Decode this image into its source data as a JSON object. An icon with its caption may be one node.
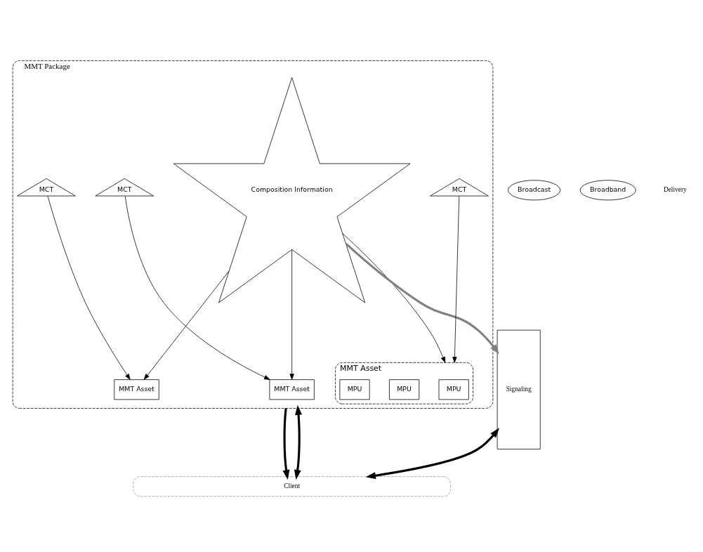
{
  "diagram": {
    "nodes": [
      {
        "text": [
          "MMT Package"
        ]
      },
      {
        "text": [
          "Composition Information"
        ],
        "in": 0
      },
      {
        "text": [
          "MCT"
        ],
        "in": 0
      },
      {
        "text": [
          "MCT"
        ],
        "in": 0
      },
      {
        "text": [
          "MCT"
        ],
        "in": 0
      },
      {
        "text": [
          "MMT Asset"
        ],
        "in": 0
      },
      {
        "text": [
          "MPU"
        ],
        "in": 5
      },
      {
        "text": [
          "MPU"
        ],
        "in": 5
      },
      {
        "text": [
          "MPU"
        ],
        "in": 5
      },
      {
        "text": [
          "MMT Asset"
        ],
        "in": 0
      },
      {
        "text": [
          "MMT Asset"
        ],
        "in": 0
      },
      {
        "text": [
          "Signaling"
        ]
      },
      {
        "text": [
          "Broadcast"
        ]
      },
      {
        "text": [
          "Broadband"
        ]
      },
      {
        "text": [
          "Client"
        ]
      }
    ],
    "edges": [
      {
        "from": 2,
        "to": 5,
        "arrow": "to"
      },
      {
        "from": 3,
        "to": 9,
        "arrow": "to"
      },
      {
        "from": 4,
        "to": 10,
        "arrow": "to"
      },
      {
        "from": 1,
        "to": 5,
        "arrow": "to"
      },
      {
        "from": 1,
        "to": 9,
        "arrow": "to"
      },
      {
        "from": 1,
        "to": 10,
        "arrow": "to"
      },
      {
        "from": 1,
        "to": 11,
        "arrow": "to",
        "style": "thick",
        "color": "#808080"
      },
      {
        "from": 0,
        "to": 14,
        "arrow": "to",
        "style": "thick"
      },
      {
        "from": 0,
        "to": 14,
        "arrow": "both",
        "style": "thick"
      },
      {
        "from": 11,
        "to": 14,
        "arrow": "both",
        "style": "thick"
      }
    ],
    "labels": [
      "Delivery"
    ]
  }
}
